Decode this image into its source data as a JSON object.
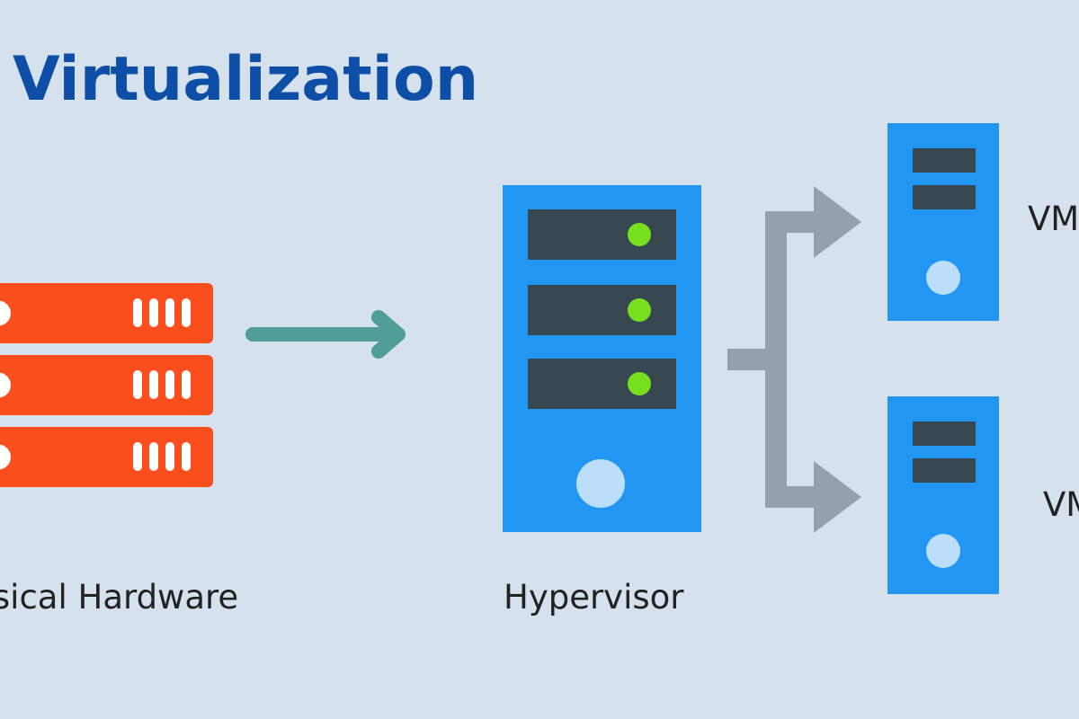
{
  "title": "Virtualization",
  "labels": {
    "physical_hardware": "ysical Hardware",
    "hypervisor": "Hypervisor",
    "vm1": "VM",
    "vm2": "VM"
  },
  "colors": {
    "background": "#d5e2ee",
    "title": "#0d4ea6",
    "physical_hardware": "#fa4f1d",
    "server_blue": "#2196f3",
    "slot_dark": "#37474f",
    "led_green": "#76e01f",
    "power_button": "#bbdefb",
    "arrow_teal": "#4e9d97",
    "arrow_gray": "#93a1aa"
  },
  "icons": {
    "physical_hardware": "server-rack-icon",
    "hypervisor": "server-tower-icon",
    "vm": "computer-tower-icon"
  }
}
